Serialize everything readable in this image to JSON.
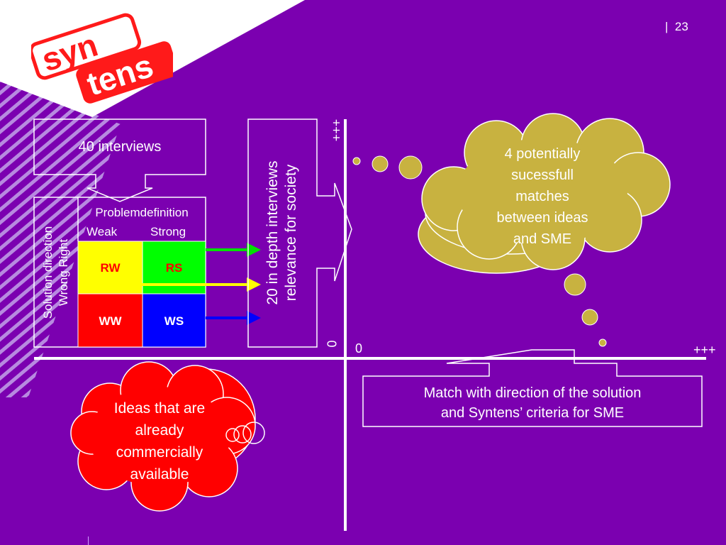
{
  "slide": {
    "page_number": "23",
    "separator": "|"
  },
  "logo": {
    "line1": "syn",
    "line2": "tens"
  },
  "boxes": {
    "interviews_label": "40 interviews",
    "in_depth_line1": "20 in depth interviews",
    "in_depth_line2": "relevance for society",
    "match_line1": "Match with direction of the solution",
    "match_line2": "and Syntens’ criteria for SME"
  },
  "matrix": {
    "col_header": "Problemdefinition",
    "col_weak": "Weak",
    "col_strong": "Strong",
    "row_header_line1": "Solution direction",
    "row_header_line2": "Wrong  Right",
    "cells": [
      {
        "label": "RW",
        "color": "#ffff00",
        "text_color": "#ff0000"
      },
      {
        "label": "RS",
        "color": "#00ff00",
        "text_color": "#ff0000"
      },
      {
        "label": "WW",
        "color": "#ff0000",
        "text_color": "#ffffff"
      },
      {
        "label": "WS",
        "color": "#0000ff",
        "text_color": "#ffffff"
      }
    ]
  },
  "axes": {
    "y_max_label": "+++",
    "y_zero_label": "0",
    "x_zero_label": "0",
    "x_max_label": "+++"
  },
  "clouds": {
    "gold_line1": "4 potentially",
    "gold_line2": "sucessfull",
    "gold_line3": "matches",
    "gold_line4": "between ideas",
    "gold_line5": "and SME",
    "red_line1": "Ideas that are",
    "red_line2": "already",
    "red_line3": "commercially",
    "red_line4": "available"
  },
  "colors": {
    "background": "#7b00b0",
    "gold": "#c8b240",
    "red_cloud": "#ff0000",
    "arrow_green": "#00e000",
    "arrow_yellow": "#ffff00",
    "arrow_blue": "#0000ff"
  }
}
